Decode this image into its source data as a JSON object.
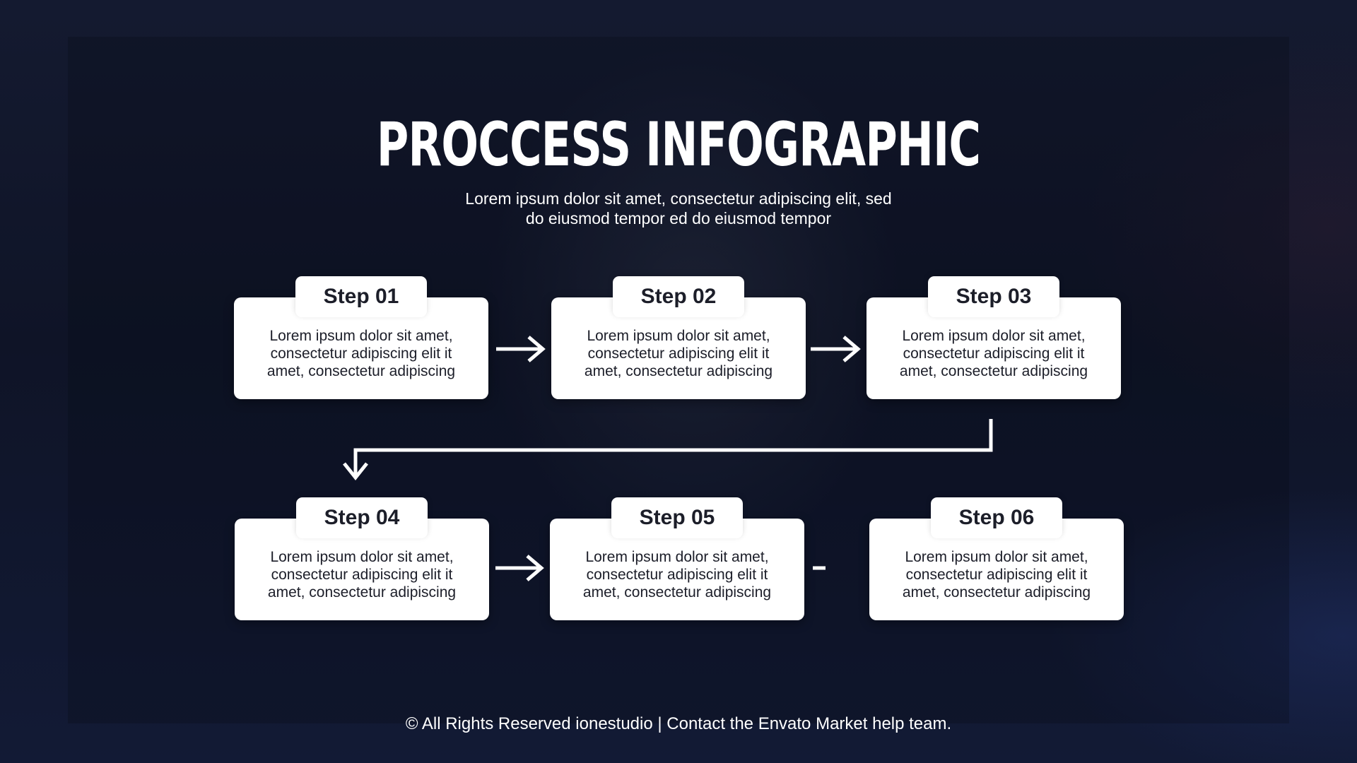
{
  "title": "PROCCESS INFOGRAPHIC",
  "subtitle": {
    "line1": "Lorem ipsum dolor sit amet, consectetur adipiscing elit, sed",
    "line2": "do eiusmod tempor ed do eiusmod tempor"
  },
  "steps": [
    {
      "label": "Step 01",
      "desc_line1": "Lorem ipsum dolor sit amet,",
      "desc_line2": "consectetur adipiscing elit it",
      "desc_line3": "amet, consectetur adipiscing"
    },
    {
      "label": "Step 02",
      "desc_line1": "Lorem ipsum dolor sit amet,",
      "desc_line2": "consectetur adipiscing elit it",
      "desc_line3": "amet, consectetur adipiscing"
    },
    {
      "label": "Step 03",
      "desc_line1": "Lorem ipsum dolor sit amet,",
      "desc_line2": "consectetur adipiscing elit it",
      "desc_line3": "amet, consectetur adipiscing"
    },
    {
      "label": "Step 04",
      "desc_line1": "Lorem ipsum dolor sit amet,",
      "desc_line2": "consectetur adipiscing elit it",
      "desc_line3": "amet, consectetur adipiscing"
    },
    {
      "label": "Step 05",
      "desc_line1": "Lorem ipsum dolor sit amet,",
      "desc_line2": "consectetur adipiscing elit it",
      "desc_line3": "amet, consectetur adipiscing"
    },
    {
      "label": "Step 06",
      "desc_line1": "Lorem ipsum dolor sit amet,",
      "desc_line2": "consectetur adipiscing elit it",
      "desc_line3": "amet, consectetur adipiscing"
    }
  ],
  "footer": "© All Rights Reserved ionestudio | Contact the Envato Market help team.",
  "colors": {
    "background": "#0d1223",
    "card": "#ffffff",
    "card_text": "#1c1e29",
    "arrow": "#ffffff"
  }
}
